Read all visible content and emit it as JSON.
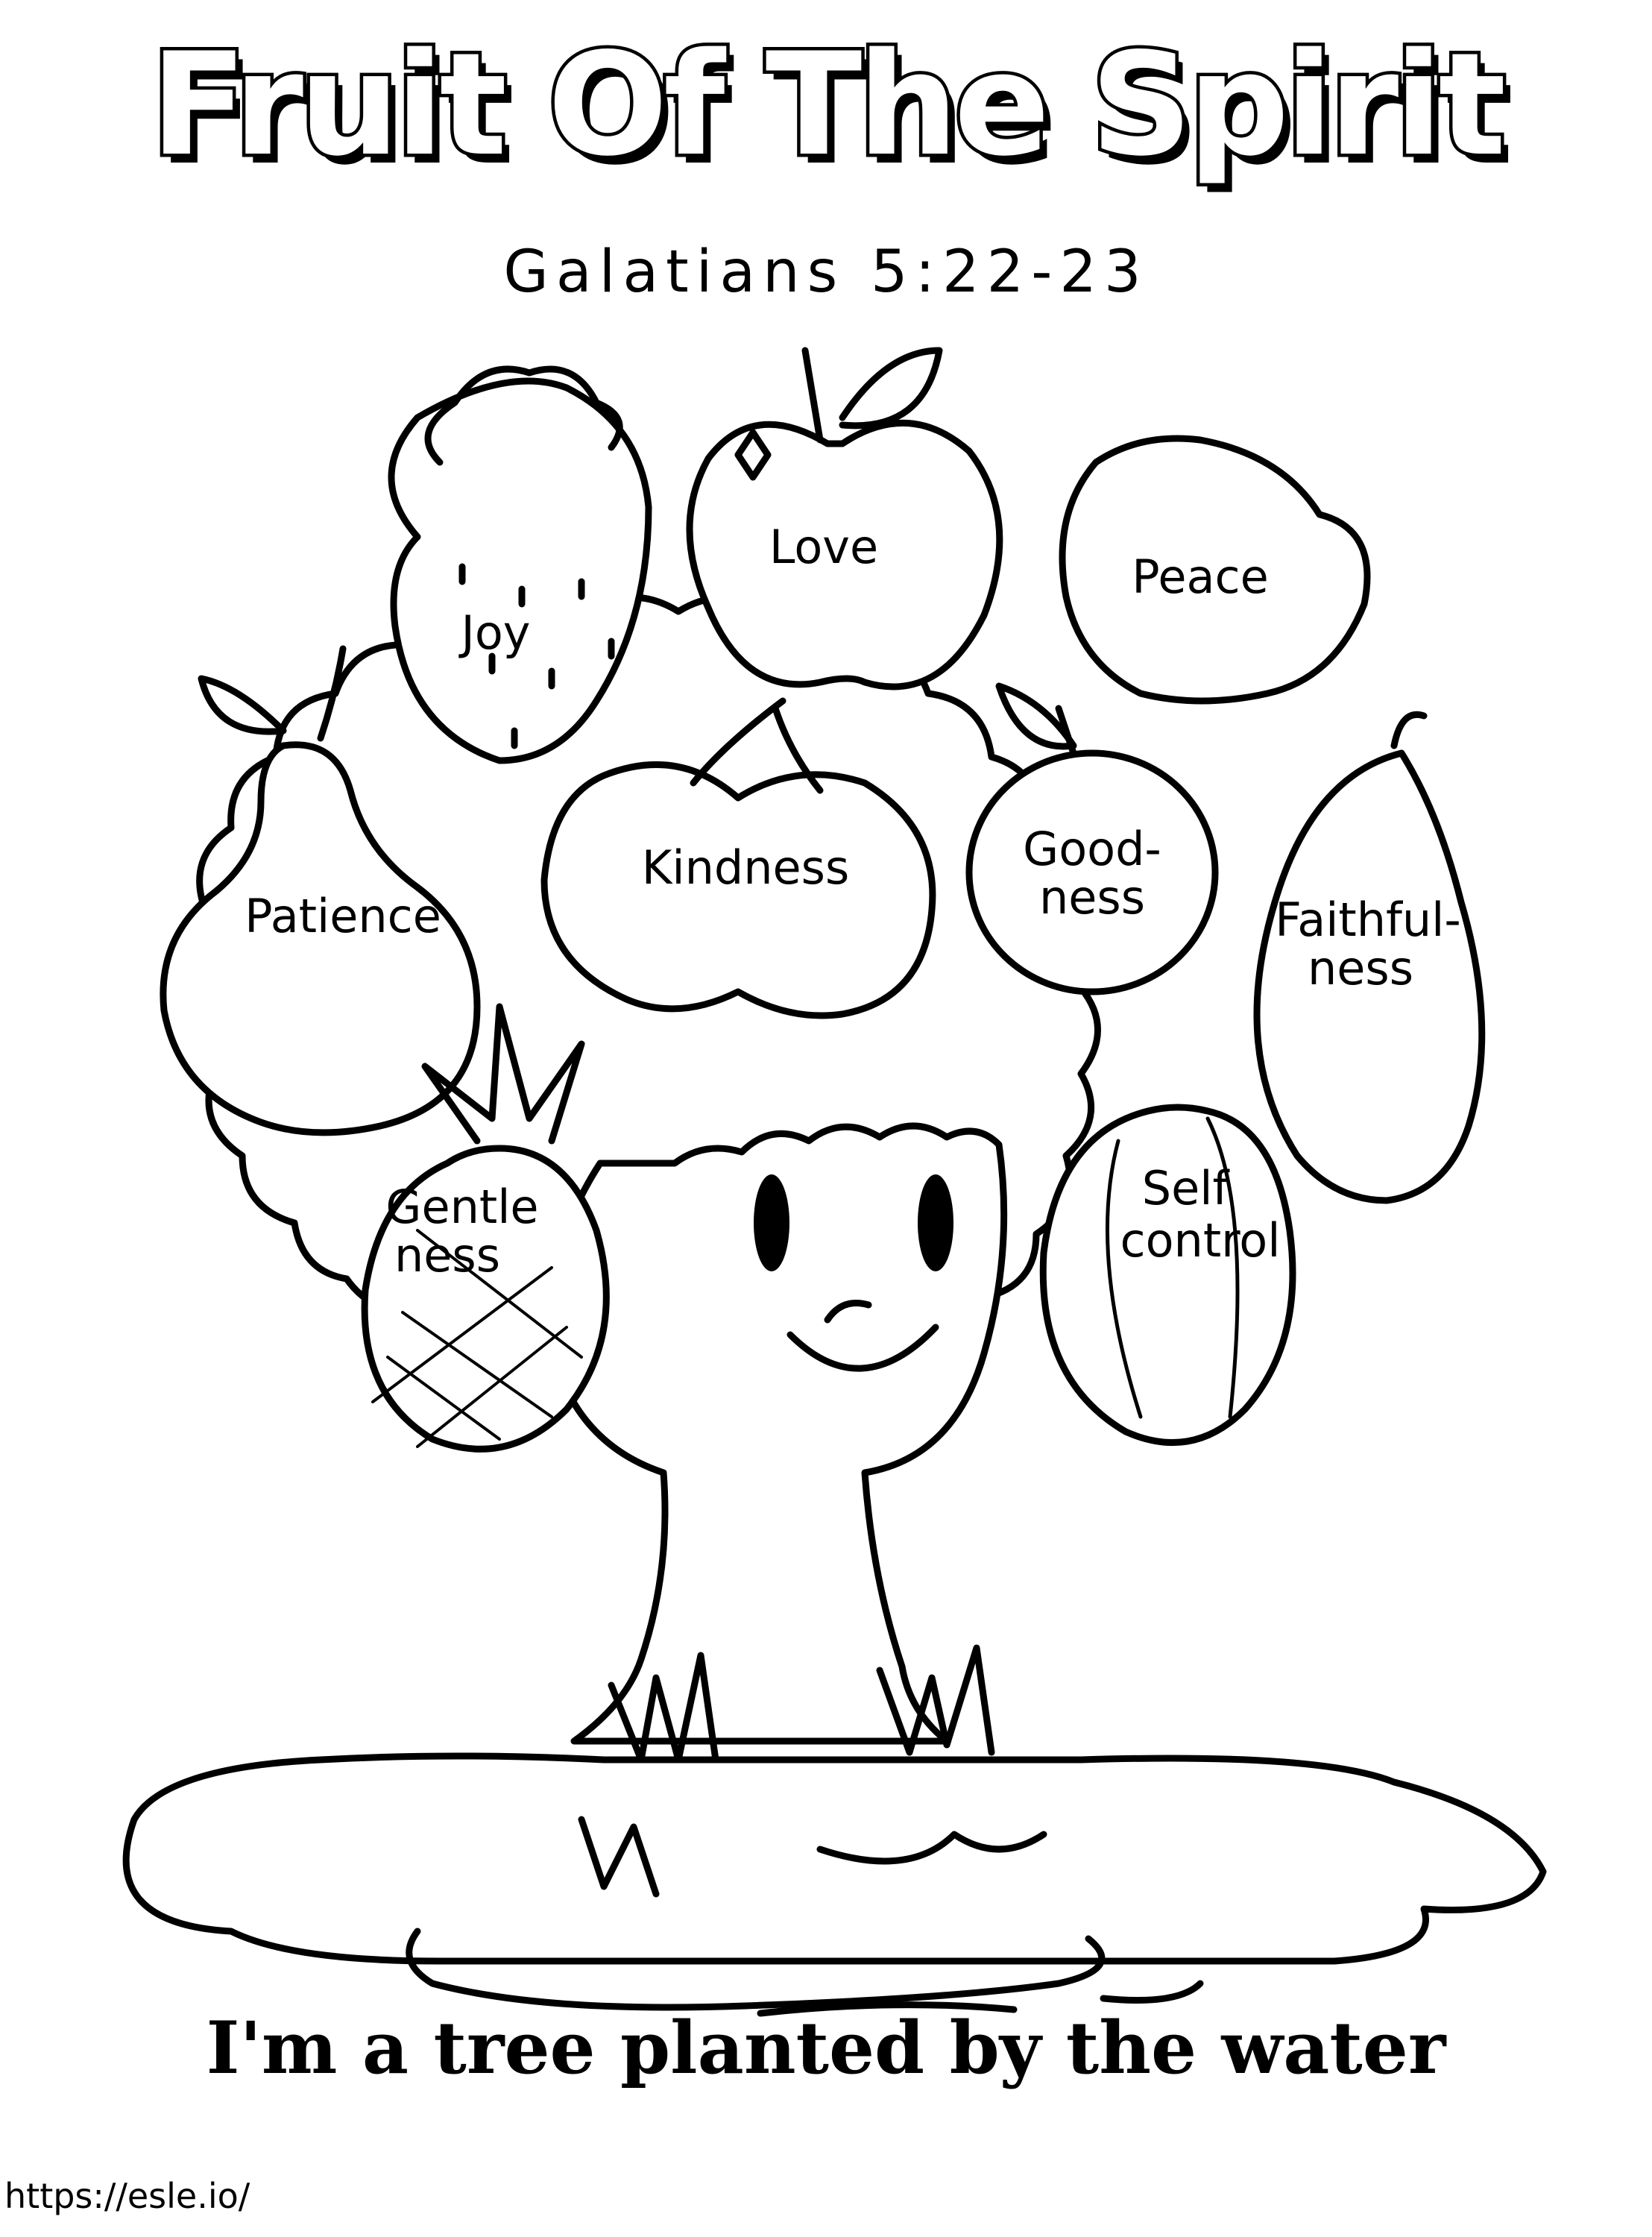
{
  "title": "Fruit Of The Spirit",
  "subtitle": "Galatians 5:22-23",
  "fruits": {
    "love": "Love",
    "joy": "Joy",
    "peace": "Peace",
    "patience": "Patience",
    "kindness": "Kindness",
    "goodness_1": "Good-",
    "goodness_2": "ness",
    "faithfulness_1": "Faithful-",
    "faithfulness_2": "ness",
    "gentleness_1": "Gentle",
    "gentleness_2": "ness",
    "selfcontrol_1": "Self",
    "selfcontrol_2": "control"
  },
  "caption": "I'm a tree planted by the water",
  "credit": "https://esle.io/"
}
